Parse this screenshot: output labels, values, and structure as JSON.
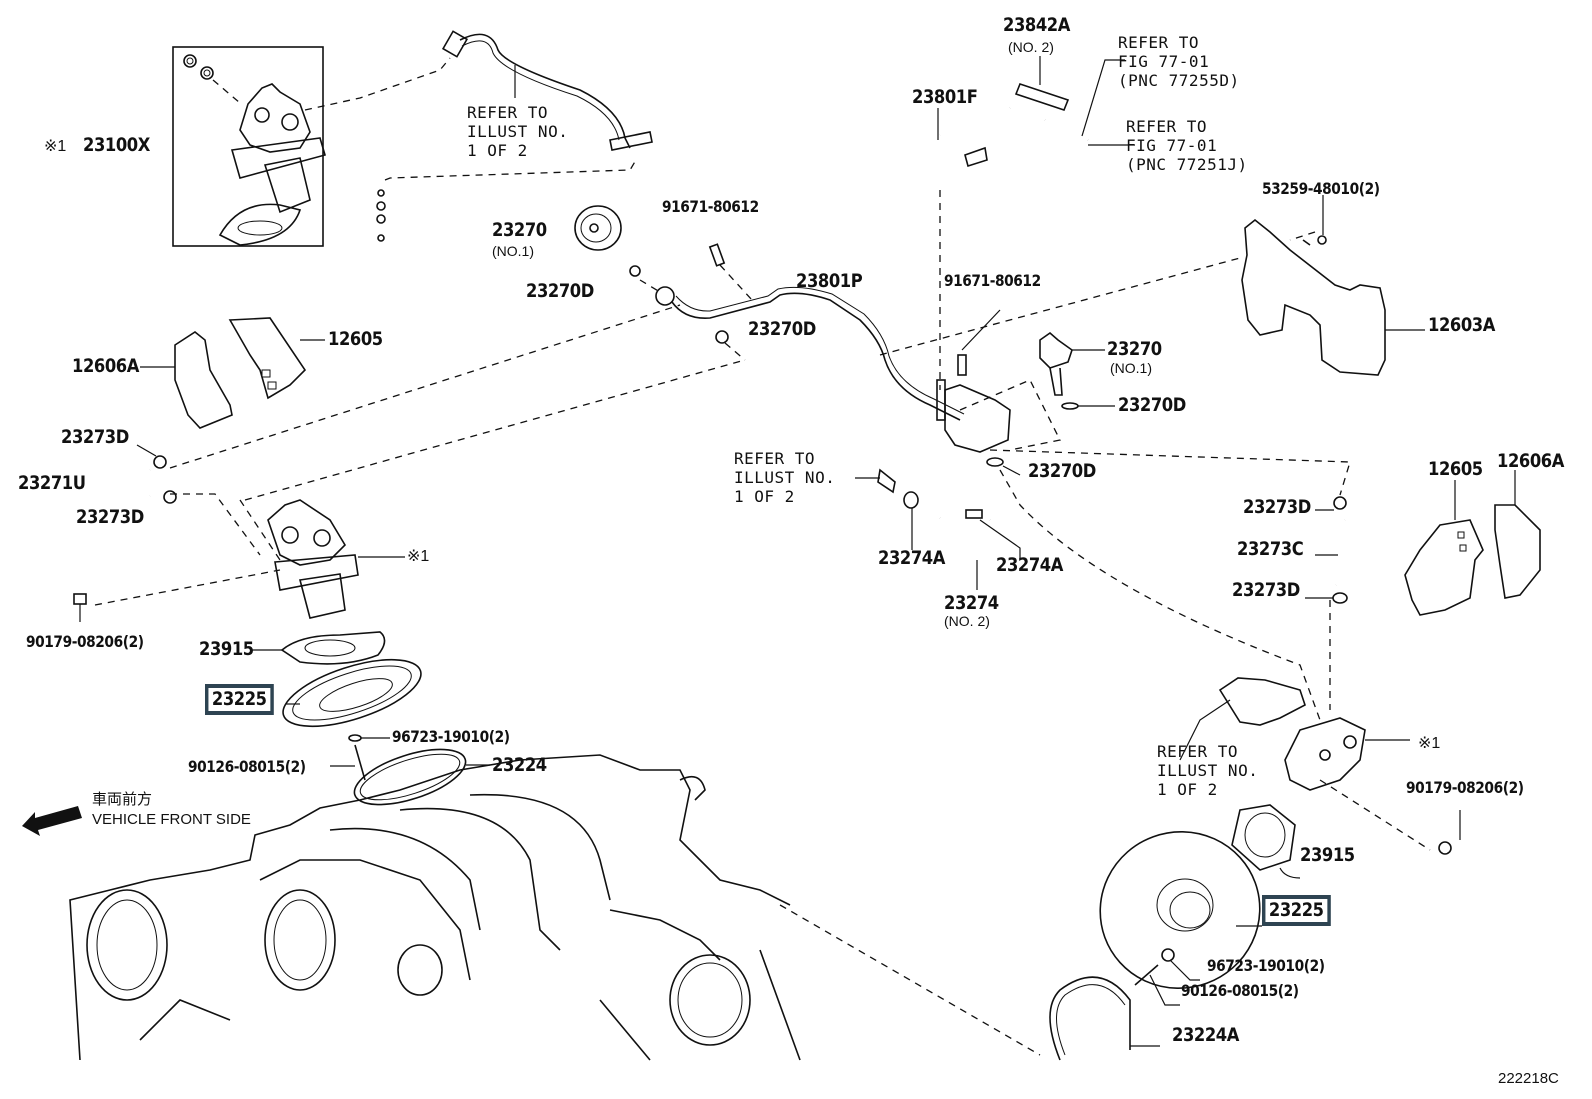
{
  "diagram": {
    "figure_id": "222218C",
    "direction_note": {
      "japanese": "車両前方",
      "english": "VEHICLE FRONT SIDE"
    },
    "highlight_color": "#2e4452",
    "labels": {
      "p23100X": "23100X",
      "mark1_main": "※1",
      "mark1_left": "※1",
      "mark1_right": "※1",
      "refer_illust_top": "REFER TO\nILLUST NO.\n1 OF 2",
      "refer_illust_mid": "REFER TO\nILLUST NO.\n1 OF 2",
      "refer_illust_right": "REFER TO\nILLUST NO.\n1 OF 2",
      "refer_fig_1": "REFER TO\nFIG 77-01\n(PNC 77255D)",
      "refer_fig_2": "REFER TO\nFIG 77-01\n(PNC 77251J)",
      "p23842A": "23842A",
      "p23842A_sub": "(NO. 2)",
      "p23801F": "23801F",
      "p53259": "53259-48010(2)",
      "p12603A": "12603A",
      "p23270_left": "23270",
      "p23270_left_sub": "(NO.1)",
      "p23270D_a": "23270D",
      "p23270D_b": "23270D",
      "p91671_a": "91671-80612",
      "p23801P": "23801P",
      "p91671_b": "91671-80612",
      "p23270_right": "23270",
      "p23270_right_sub": "(NO.1)",
      "p23270D_c": "23270D",
      "p23270D_d": "23270D",
      "p12606A_left": "12606A",
      "p12605_left": "12605",
      "p23273D_a": "23273D",
      "p23271U": "23271U",
      "p23273D_b": "23273D",
      "p90179_left": "90179-08206(2)",
      "p23915_left": "23915",
      "p23225_left": "23225",
      "p96723_left": "96723-19010(2)",
      "p90126_left": "90126-08015(2)",
      "p23224": "23224",
      "p23274A_a": "23274A",
      "p23274A_b": "23274A",
      "p23274": "23274",
      "p23274_sub": "(NO. 2)",
      "p23273D_c": "23273D",
      "p23273C": "23273C",
      "p23273D_d": "23273D",
      "p12605_right": "12605",
      "p12606A_right": "12606A",
      "p90179_right": "90179-08206(2)",
      "p23915_right": "23915",
      "p23225_right": "23225",
      "p96723_right": "96723-19010(2)",
      "p90126_right": "90126-08015(2)",
      "p23224A": "23224A"
    }
  }
}
